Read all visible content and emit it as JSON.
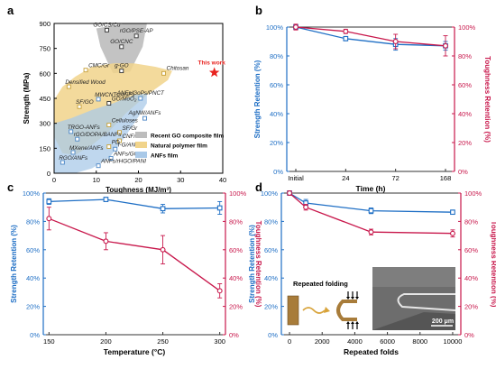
{
  "chart_data": [
    {
      "panel": "a",
      "type": "scatter",
      "xlabel": "Toughness (MJ/m³)",
      "ylabel": "Strength (MPa)",
      "xlim": [
        0,
        40
      ],
      "ylim": [
        0,
        900
      ],
      "xticks": [
        "0",
        "10",
        "20",
        "30",
        "40"
      ],
      "yticks": [
        "0",
        "150",
        "300",
        "450",
        "600",
        "750",
        "900"
      ],
      "legend": [
        "Recent GO composite film",
        "Natural polymer film",
        "ANFs film"
      ],
      "legend_position": "lower-right",
      "regions": [
        {
          "name": "Recent GO composite film",
          "color": "#bdbdbd"
        },
        {
          "name": "Natural polymer film",
          "color": "#f1d48b"
        },
        {
          "name": "ANFs film",
          "color": "#a9c9e8"
        }
      ],
      "points": [
        {
          "label": "GO/CS/Cu",
          "x": 12.5,
          "y": 860,
          "group": "go"
        },
        {
          "label": "rGO/PSE-AP",
          "x": 19.5,
          "y": 825,
          "group": "go"
        },
        {
          "label": "GO/CNC",
          "x": 16,
          "y": 760,
          "group": "go"
        },
        {
          "label": "g-GO",
          "x": 16,
          "y": 615,
          "group": "go"
        },
        {
          "label": "CMC/Gr",
          "x": 7.5,
          "y": 620,
          "group": "natural"
        },
        {
          "label": "Chitosan",
          "x": 26,
          "y": 600,
          "group": "natural"
        },
        {
          "label": "Densified Wood",
          "x": 3.5,
          "y": 520,
          "group": "natural"
        },
        {
          "label": "MWCNTs/ANFs",
          "x": 10.5,
          "y": 445,
          "group": "anf"
        },
        {
          "label": "GO/MoO₂",
          "x": 13,
          "y": 420,
          "group": "go"
        },
        {
          "label": "ANFs/GoPs/PNCT",
          "x": 20.5,
          "y": 450,
          "group": "anf"
        },
        {
          "label": "SF/GO",
          "x": 6,
          "y": 400,
          "group": "natural"
        },
        {
          "label": "AgNW/ANFs",
          "x": 21.5,
          "y": 330,
          "group": "anf"
        },
        {
          "label": "Celluloses",
          "x": 13,
          "y": 290,
          "group": "natural"
        },
        {
          "label": "TRGO-ANFs",
          "x": 4,
          "y": 250,
          "group": "anf"
        },
        {
          "label": "SF/Gr",
          "x": 15.5,
          "y": 245,
          "group": "natural"
        },
        {
          "label": "rGO/DOPA/BANFs",
          "x": 5.5,
          "y": 205,
          "group": "anf"
        },
        {
          "label": "CNF/Gr",
          "x": 15.5,
          "y": 195,
          "group": "natural"
        },
        {
          "label": "PD",
          "x": 13,
          "y": 160,
          "group": "natural"
        },
        {
          "label": "f-G/ANFs",
          "x": 14.5,
          "y": 145,
          "group": "anf"
        },
        {
          "label": "MXene/ANFs",
          "x": 4.5,
          "y": 125,
          "group": "anf"
        },
        {
          "label": "ANFs/GO",
          "x": 13.5,
          "y": 90,
          "group": "anf"
        },
        {
          "label": "RGO/ANFs",
          "x": 2,
          "y": 65,
          "group": "anf"
        },
        {
          "label": "ANFs/rHGO/PANI",
          "x": 10.5,
          "y": 45,
          "group": "anf"
        }
      ],
      "highlight": {
        "label": "This work",
        "x": 38,
        "y": 605,
        "color": "#e8231f"
      }
    },
    {
      "panel": "b",
      "type": "line",
      "xlabel": "Time (h)",
      "ylabel": "Strength Retention (%)",
      "ylabel_right": "Toughness Retention (%)",
      "categories": [
        "Initial",
        "24",
        "72",
        "168"
      ],
      "ylim": [
        0,
        100
      ],
      "yticks": [
        "0%",
        "20%",
        "40%",
        "60%",
        "80%",
        "100%"
      ],
      "series": [
        {
          "axis": "left",
          "color": "#1f6fc5",
          "values": [
            100,
            92,
            88,
            87
          ],
          "err": [
            1.5,
            1.5,
            4,
            3
          ]
        },
        {
          "axis": "right",
          "color": "#c8174b",
          "values": [
            100,
            97,
            90,
            87
          ],
          "err": [
            2,
            1.5,
            5,
            7
          ]
        }
      ]
    },
    {
      "panel": "c",
      "type": "line",
      "xlabel": "Temperature (°C)",
      "ylabel": "Strength Retention (%)",
      "ylabel_right": "Toughness Retention (%)",
      "x": [
        150,
        200,
        250,
        300
      ],
      "xticks": [
        "150",
        "200",
        "250",
        "300"
      ],
      "xlim": [
        145,
        305
      ],
      "ylim": [
        0,
        100
      ],
      "yticks": [
        "0%",
        "20%",
        "40%",
        "60%",
        "80%",
        "100%"
      ],
      "series": [
        {
          "axis": "left",
          "color": "#1f6fc5",
          "values": [
            94,
            95.5,
            89,
            89.5
          ],
          "err": [
            2,
            1.5,
            3,
            4.5
          ]
        },
        {
          "axis": "right",
          "color": "#c8174b",
          "values": [
            82,
            66,
            60,
            31
          ],
          "err": [
            8,
            6,
            10,
            5
          ]
        }
      ]
    },
    {
      "panel": "d",
      "type": "line",
      "xlabel": "Repeated folds",
      "ylabel": "Strength Retention (%)",
      "ylabel_right": "Toughness Retention (%)",
      "x": [
        0,
        1000,
        5000,
        10000
      ],
      "xticks": [
        "0",
        "2000",
        "4000",
        "6000",
        "8000",
        "10000"
      ],
      "xlim": [
        -500,
        10500
      ],
      "ylim": [
        0,
        100
      ],
      "yticks": [
        "0%",
        "20%",
        "40%",
        "60%",
        "80%",
        "100%"
      ],
      "series": [
        {
          "axis": "left",
          "color": "#1f6fc5",
          "values": [
            100,
            93,
            87.5,
            86.5
          ],
          "err": [
            1.5,
            2.5,
            2,
            1.5
          ]
        },
        {
          "axis": "right",
          "color": "#c8174b",
          "values": [
            100,
            90,
            72.5,
            71.5
          ],
          "err": [
            1.5,
            2,
            2,
            2.5
          ]
        }
      ],
      "inset": {
        "caption": "Repeated folding",
        "scalebar": "200 μm"
      }
    }
  ]
}
